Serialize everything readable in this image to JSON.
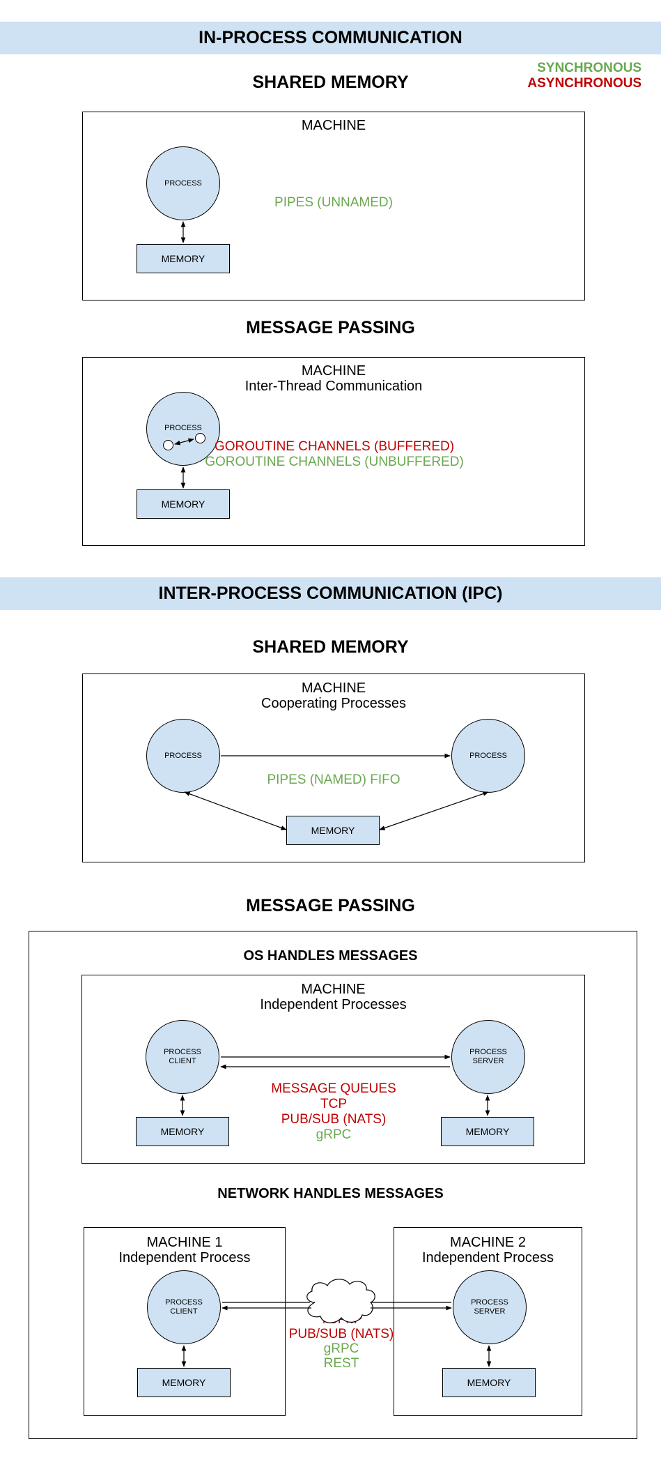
{
  "legend": {
    "synchronous": "SYNCHRONOUS",
    "asynchronous": "ASYNCHRONOUS"
  },
  "colors": {
    "synchronous": "#6aa84f",
    "asynchronous": "#c00000",
    "fill": "#cfe2f3"
  },
  "in_process": {
    "banner": "IN-PROCESS COMMUNICATION",
    "shared_memory": {
      "heading": "SHARED MEMORY",
      "machine": "MACHINE",
      "process": "PROCESS",
      "memory": "MEMORY",
      "methods": [
        {
          "text": "PIPES (UNNAMED)",
          "mode": "synchronous"
        }
      ]
    },
    "message_passing": {
      "heading": "MESSAGE PASSING",
      "machine": "MACHINE",
      "subtitle": "Inter-Thread Communication",
      "process": "PROCESS",
      "memory": "MEMORY",
      "methods": [
        {
          "text": "GOROUTINE CHANNELS (BUFFERED)",
          "mode": "asynchronous"
        },
        {
          "text": "GOROUTINE CHANNELS (UNBUFFERED)",
          "mode": "synchronous"
        }
      ]
    }
  },
  "ipc": {
    "banner": "INTER-PROCESS COMMUNICATION (IPC)",
    "shared_memory": {
      "heading": "SHARED MEMORY",
      "machine": "MACHINE",
      "subtitle": "Cooperating Processes",
      "process_left": "PROCESS",
      "process_right": "PROCESS",
      "memory": "MEMORY",
      "methods": [
        {
          "text": "PIPES (NAMED) FIFO",
          "mode": "synchronous"
        }
      ]
    },
    "message_passing": {
      "heading": "MESSAGE PASSING",
      "os": {
        "heading": "OS HANDLES MESSAGES",
        "machine": "MACHINE",
        "subtitle": "Independent Processes",
        "client": "PROCESS\nCLIENT",
        "server": "PROCESS\nSERVER",
        "memory_left": "MEMORY",
        "memory_right": "MEMORY",
        "methods": [
          {
            "text": "MESSAGE QUEUES",
            "mode": "asynchronous"
          },
          {
            "text": "TCP",
            "mode": "asynchronous"
          },
          {
            "text": "PUB/SUB (NATS)",
            "mode": "asynchronous"
          },
          {
            "text": "gRPC",
            "mode": "synchronous"
          }
        ]
      },
      "network": {
        "heading": "NETWORK HANDLES MESSAGES",
        "machine1": "MACHINE 1",
        "machine1_sub": "Independent Process",
        "machine2": "MACHINE 2",
        "machine2_sub": "Independent Process",
        "client": "PROCESS\nCLIENT",
        "server": "PROCESS\nSERVER",
        "memory_left": "MEMORY",
        "memory_right": "MEMORY",
        "methods": [
          {
            "text": "TCP/IP",
            "mode": "asynchronous"
          },
          {
            "text": "PUB/SUB (NATS)",
            "mode": "asynchronous"
          },
          {
            "text": "gRPC",
            "mode": "synchronous"
          },
          {
            "text": "REST",
            "mode": "synchronous"
          }
        ]
      }
    }
  }
}
